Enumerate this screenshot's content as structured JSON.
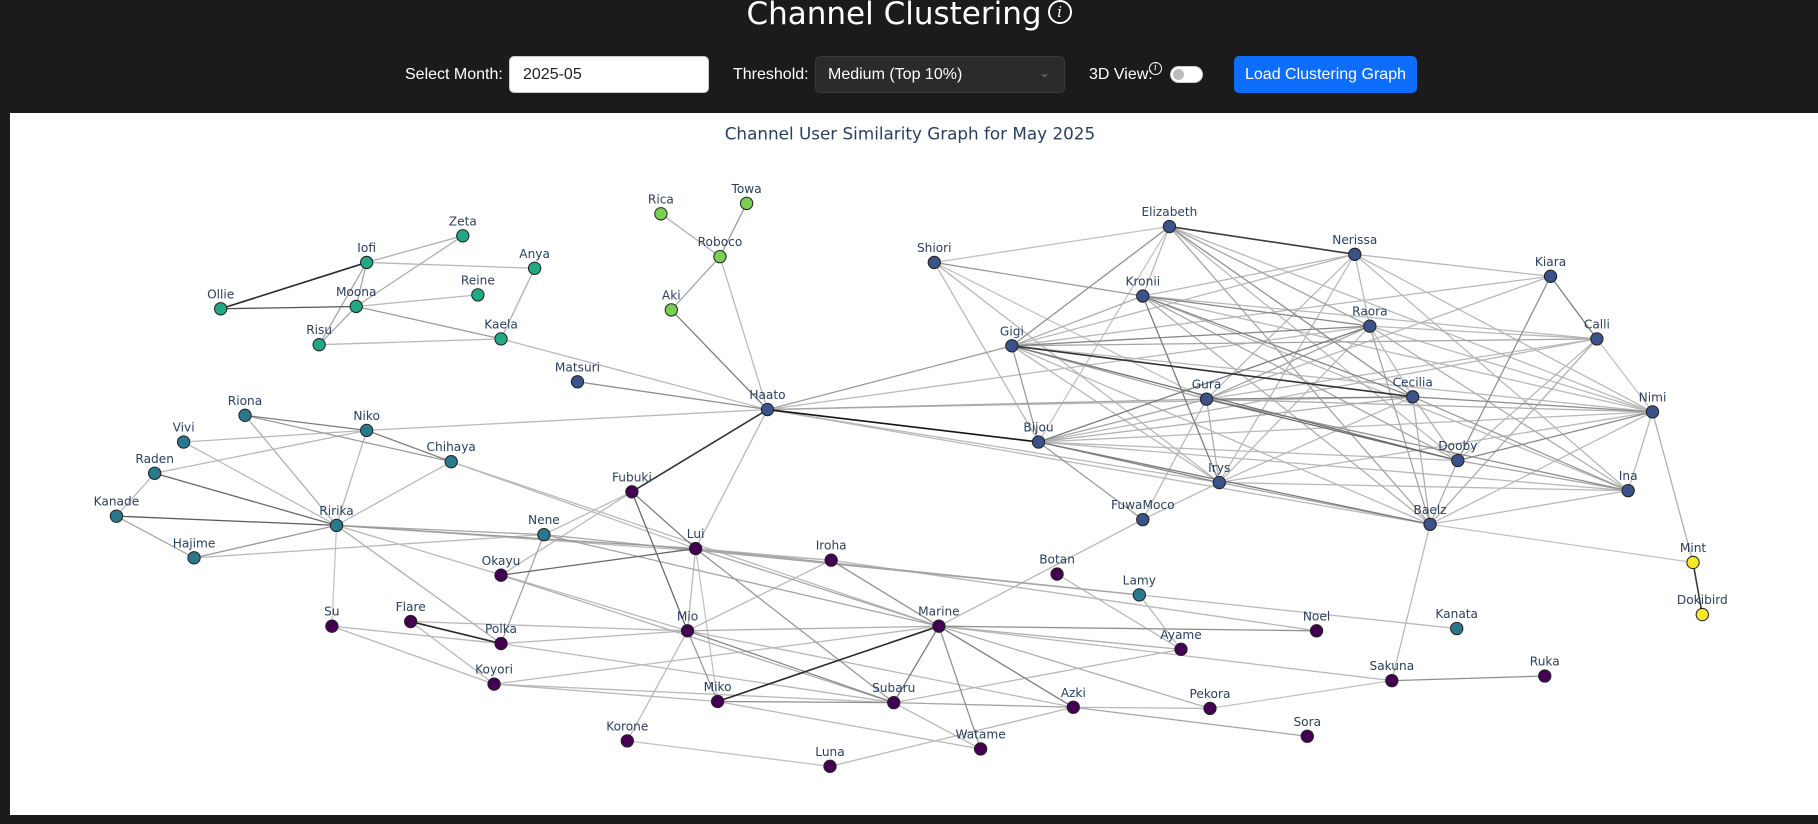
{
  "header": {
    "title": "Channel Clustering",
    "info_icon": "i"
  },
  "controls": {
    "month_label": "Select Month:",
    "month_value": "2025-05",
    "threshold_label": "Threshold:",
    "threshold_value": "Medium (Top 10%)",
    "view3d_label": "3D View:",
    "view3d_info": "i",
    "view3d_on": false,
    "load_button": "Load Clustering Graph"
  },
  "plot": {
    "title": "Channel User Similarity Graph for May 2025"
  },
  "cluster_colors": {
    "a": "#22a884",
    "b": "#7ad151",
    "c": "#3b528b",
    "d": "#2a788e",
    "e": "#440154",
    "f": "#fde725"
  },
  "nodes": [
    {
      "name": "Zeta",
      "c": "a"
    },
    {
      "name": "Iofi",
      "c": "a"
    },
    {
      "name": "Anya",
      "c": "a"
    },
    {
      "name": "Reine",
      "c": "a"
    },
    {
      "name": "Ollie",
      "c": "a"
    },
    {
      "name": "Moona",
      "c": "a"
    },
    {
      "name": "Risu",
      "c": "a"
    },
    {
      "name": "Kaela",
      "c": "a"
    },
    {
      "name": "Rica",
      "c": "b"
    },
    {
      "name": "Towa",
      "c": "b"
    },
    {
      "name": "Roboco",
      "c": "b"
    },
    {
      "name": "Aki",
      "c": "b"
    },
    {
      "name": "Matsuri",
      "c": "c"
    },
    {
      "name": "Shiori",
      "c": "c"
    },
    {
      "name": "Elizabeth",
      "c": "c"
    },
    {
      "name": "Nerissa",
      "c": "c"
    },
    {
      "name": "Kiara",
      "c": "c"
    },
    {
      "name": "Kronii",
      "c": "c"
    },
    {
      "name": "Raora",
      "c": "c"
    },
    {
      "name": "Calli",
      "c": "c"
    },
    {
      "name": "Gigi",
      "c": "c"
    },
    {
      "name": "Haato",
      "c": "c"
    },
    {
      "name": "Gura",
      "c": "c"
    },
    {
      "name": "Cecilia",
      "c": "c"
    },
    {
      "name": "Nimi",
      "c": "c"
    },
    {
      "name": "Bijou",
      "c": "c"
    },
    {
      "name": "Dooby",
      "c": "c"
    },
    {
      "name": "Irys",
      "c": "c"
    },
    {
      "name": "Ina",
      "c": "c"
    },
    {
      "name": "FuwaMoco",
      "c": "c"
    },
    {
      "name": "Baelz",
      "c": "c"
    },
    {
      "name": "Mint",
      "c": "f"
    },
    {
      "name": "Dokibird",
      "c": "f"
    },
    {
      "name": "Riona",
      "c": "d"
    },
    {
      "name": "Niko",
      "c": "d"
    },
    {
      "name": "Vivi",
      "c": "d"
    },
    {
      "name": "Chihaya",
      "c": "d"
    },
    {
      "name": "Raden",
      "c": "d"
    },
    {
      "name": "Kanade",
      "c": "d"
    },
    {
      "name": "Ririka",
      "c": "d"
    },
    {
      "name": "Hajime",
      "c": "d"
    },
    {
      "name": "Nene",
      "c": "d"
    },
    {
      "name": "Lamy",
      "c": "d"
    },
    {
      "name": "Kanata",
      "c": "d"
    },
    {
      "name": "Fubuki",
      "c": "e"
    },
    {
      "name": "Lui",
      "c": "e"
    },
    {
      "name": "Okayu",
      "c": "e"
    },
    {
      "name": "Iroha",
      "c": "e"
    },
    {
      "name": "Botan",
      "c": "e"
    },
    {
      "name": "Noel",
      "c": "e"
    },
    {
      "name": "Su",
      "c": "e"
    },
    {
      "name": "Flare",
      "c": "e"
    },
    {
      "name": "Polka",
      "c": "e"
    },
    {
      "name": "Mio",
      "c": "e"
    },
    {
      "name": "Marine",
      "c": "e"
    },
    {
      "name": "Ayame",
      "c": "e"
    },
    {
      "name": "Koyori",
      "c": "e"
    },
    {
      "name": "Sakuna",
      "c": "e"
    },
    {
      "name": "Ruka",
      "c": "e"
    },
    {
      "name": "Miko",
      "c": "e"
    },
    {
      "name": "Subaru",
      "c": "e"
    },
    {
      "name": "Azki",
      "c": "e"
    },
    {
      "name": "Pekora",
      "c": "e"
    },
    {
      "name": "Sora",
      "c": "e"
    },
    {
      "name": "Korone",
      "c": "e"
    },
    {
      "name": "Watame",
      "c": "e"
    },
    {
      "name": "Luna",
      "c": "e"
    }
  ],
  "edges": [
    [
      "Ollie",
      "Iofi",
      0.9
    ],
    [
      "Ollie",
      "Moona",
      0.7
    ],
    [
      "Iofi",
      "Zeta",
      0.25
    ],
    [
      "Iofi",
      "Anya",
      0.2
    ],
    [
      "Iofi",
      "Moona",
      0.3
    ],
    [
      "Iofi",
      "Risu",
      0.3
    ],
    [
      "Moona",
      "Zeta",
      0.25
    ],
    [
      "Moona",
      "Reine",
      0.2
    ],
    [
      "Moona",
      "Risu",
      0.3
    ],
    [
      "Moona",
      "Kaela",
      0.35
    ],
    [
      "Risu",
      "Kaela",
      0.2
    ],
    [
      "Anya",
      "Kaela",
      0.25
    ],
    [
      "Kaela",
      "Haato",
      0.2
    ],
    [
      "Rica",
      "Roboco",
      0.25
    ],
    [
      "Towa",
      "Roboco",
      0.35
    ],
    [
      "Roboco",
      "Aki",
      0.3
    ],
    [
      "Roboco",
      "Haato",
      0.2
    ],
    [
      "Aki",
      "Haato",
      0.5
    ],
    [
      "Matsuri",
      "Haato",
      0.4
    ],
    [
      "Haato",
      "Niko",
      0.2
    ],
    [
      "Haato",
      "Gigi",
      0.35
    ],
    [
      "Haato",
      "Bijou",
      1.0
    ],
    [
      "Haato",
      "Fubuki",
      0.85
    ],
    [
      "Haato",
      "Lui",
      0.2
    ],
    [
      "Haato",
      "Gura",
      0.3
    ],
    [
      "Haato",
      "Cecilia",
      0.2
    ],
    [
      "Haato",
      "Raora",
      0.2
    ],
    [
      "Haato",
      "Irys",
      0.2
    ],
    [
      "Haato",
      "Baelz",
      0.2
    ],
    [
      "Riona",
      "Niko",
      0.5
    ],
    [
      "Riona",
      "Chihaya",
      0.35
    ],
    [
      "Riona",
      "Ririka",
      0.25
    ],
    [
      "Niko",
      "Chihaya",
      0.5
    ],
    [
      "Niko",
      "Vivi",
      0.2
    ],
    [
      "Niko",
      "Raden",
      0.2
    ],
    [
      "Niko",
      "Ririka",
      0.2
    ],
    [
      "Vivi",
      "Ririka",
      0.2
    ],
    [
      "Raden",
      "Ririka",
      0.6
    ],
    [
      "Raden",
      "Kanade",
      0.2
    ],
    [
      "Kanade",
      "Ririka",
      0.65
    ],
    [
      "Kanade",
      "Hajime",
      0.3
    ],
    [
      "Hajime",
      "Ririka",
      0.35
    ],
    [
      "Hajime",
      "Nene",
      0.2
    ],
    [
      "Chihaya",
      "Ririka",
      0.2
    ],
    [
      "Chihaya",
      "Lui",
      0.2
    ],
    [
      "Chihaya",
      "Marine",
      0.2
    ],
    [
      "Ririka",
      "Lui",
      0.35
    ],
    [
      "Ririka",
      "Nene",
      0.3
    ],
    [
      "Ririka",
      "Su",
      0.15
    ],
    [
      "Ririka",
      "Polka",
      0.25
    ],
    [
      "Ririka",
      "Iroha",
      0.2
    ],
    [
      "Ririka",
      "Mio",
      0.2
    ],
    [
      "Nene",
      "Lamy",
      0.3
    ],
    [
      "Nene",
      "Polka",
      0.3
    ],
    [
      "Nene",
      "Marine",
      0.3
    ],
    [
      "Fubuki",
      "Nene",
      0.2
    ],
    [
      "Fubuki",
      "Okayu",
      0.2
    ],
    [
      "Fubuki",
      "Lui",
      0.5
    ],
    [
      "Fubuki",
      "Mio",
      0.6
    ],
    [
      "Okayu",
      "Lui",
      0.6
    ],
    [
      "Okayu",
      "Subaru",
      0.25
    ],
    [
      "Lui",
      "Mio",
      0.2
    ],
    [
      "Lui",
      "Miko",
      0.15
    ],
    [
      "Lui",
      "Subaru",
      0.35
    ],
    [
      "Lui",
      "Marine",
      0.3
    ],
    [
      "Lui",
      "Iroha",
      0.2
    ],
    [
      "Lui",
      "Lamy",
      0.3
    ],
    [
      "Iroha",
      "Marine",
      0.4
    ],
    [
      "Iroha",
      "Mio",
      0.2
    ],
    [
      "Iroha",
      "Noel",
      0.2
    ],
    [
      "Botan",
      "Ayame",
      0.2
    ],
    [
      "Lamy",
      "Kanata",
      0.2
    ],
    [
      "Lamy",
      "Ayame",
      0.2
    ],
    [
      "Su",
      "Polka",
      0.2
    ],
    [
      "Su",
      "Koyori",
      0.2
    ],
    [
      "Flare",
      "Polka",
      0.9
    ],
    [
      "Flare",
      "Mio",
      0.2
    ],
    [
      "Flare",
      "Koyori",
      0.2
    ],
    [
      "Polka",
      "Mio",
      0.2
    ],
    [
      "Polka",
      "Subaru",
      0.2
    ],
    [
      "Mio",
      "Marine",
      0.25
    ],
    [
      "Mio",
      "Miko",
      0.35
    ],
    [
      "Mio",
      "Subaru",
      0.45
    ],
    [
      "Mio",
      "Korone",
      0.2
    ],
    [
      "Mio",
      "Azki",
      0.2
    ],
    [
      "Marine",
      "Miko",
      0.9
    ],
    [
      "Marine",
      "Subaru",
      0.5
    ],
    [
      "Marine",
      "Azki",
      0.5
    ],
    [
      "Marine",
      "Watame",
      0.4
    ],
    [
      "Marine",
      "Noel",
      0.4
    ],
    [
      "Marine",
      "Ayame",
      0.25
    ],
    [
      "Marine",
      "Sakuna",
      0.2
    ],
    [
      "Marine",
      "Pekora",
      0.25
    ],
    [
      "Marine",
      "Koyori",
      0.2
    ],
    [
      "Marine",
      "FuwaMoco",
      0.2
    ],
    [
      "Koyori",
      "Miko",
      0.2
    ],
    [
      "Koyori",
      "Subaru",
      0.2
    ],
    [
      "Miko",
      "Subaru",
      0.4
    ],
    [
      "Miko",
      "Watame",
      0.2
    ],
    [
      "Subaru",
      "Azki",
      0.3
    ],
    [
      "Subaru",
      "Watame",
      0.2
    ],
    [
      "Subaru",
      "Ayame",
      0.2
    ],
    [
      "Azki",
      "Pekora",
      0.2
    ],
    [
      "Azki",
      "Sora",
      0.3
    ],
    [
      "Azki",
      "Luna",
      0.2
    ],
    [
      "Luna",
      "Korone",
      0.15
    ],
    [
      "Pekora",
      "Sakuna",
      0.15
    ],
    [
      "Sakuna",
      "Ruka",
      0.4
    ],
    [
      "Sakuna",
      "Baelz",
      0.2
    ],
    [
      "Nimi",
      "Mint",
      0.25
    ],
    [
      "Mint",
      "Dokibird",
      0.8
    ],
    [
      "Elizabeth",
      "Nerissa",
      0.8
    ],
    [
      "Elizabeth",
      "Gigi",
      0.4
    ],
    [
      "Elizabeth",
      "Kronii",
      0.2
    ],
    [
      "Elizabeth",
      "Shiori",
      0.15
    ],
    [
      "Elizabeth",
      "Cecilia",
      0.4
    ],
    [
      "Elizabeth",
      "Baelz",
      0.3
    ],
    [
      "Elizabeth",
      "Raora",
      0.3
    ],
    [
      "Elizabeth",
      "Bijou",
      0.15
    ],
    [
      "Elizabeth",
      "Dooby",
      0.2
    ],
    [
      "Elizabeth",
      "Nimi",
      0.2
    ],
    [
      "Nerissa",
      "Kiara",
      0.2
    ],
    [
      "Nerissa",
      "Raora",
      0.2
    ],
    [
      "Nerissa",
      "Gigi",
      0.2
    ],
    [
      "Nerissa",
      "Kronii",
      0.2
    ],
    [
      "Nerissa",
      "Ina",
      0.2
    ],
    [
      "Nerissa",
      "Nimi",
      0.2
    ],
    [
      "Nerissa",
      "Gura",
      0.2
    ],
    [
      "Nerissa",
      "Irys",
      0.2
    ],
    [
      "Shiori",
      "Kronii",
      0.35
    ],
    [
      "Shiori",
      "Bijou",
      0.2
    ],
    [
      "Shiori",
      "Irys",
      0.2
    ],
    [
      "Shiori",
      "Gura",
      0.15
    ],
    [
      "Kronii",
      "Raora",
      0.45
    ],
    [
      "Kronii",
      "Gigi",
      0.25
    ],
    [
      "Kronii",
      "Irys",
      0.5
    ],
    [
      "Kronii",
      "Cecilia",
      0.45
    ],
    [
      "Kronii",
      "Dooby",
      0.3
    ],
    [
      "Kronii",
      "Baelz",
      0.25
    ],
    [
      "Kronii",
      "Calli",
      0.2
    ],
    [
      "Kronii",
      "Nimi",
      0.2
    ],
    [
      "Kronii",
      "Ina",
      0.2
    ],
    [
      "Kiara",
      "Calli",
      0.5
    ],
    [
      "Kiara",
      "Dooby",
      0.4
    ],
    [
      "Kiara",
      "Gigi",
      0.2
    ],
    [
      "Kiara",
      "Gura",
      0.2
    ],
    [
      "Raora",
      "Gigi",
      0.45
    ],
    [
      "Raora",
      "Bijou",
      0.5
    ],
    [
      "Raora",
      "Gura",
      0.3
    ],
    [
      "Raora",
      "Cecilia",
      0.2
    ],
    [
      "Raora",
      "Baelz",
      0.3
    ],
    [
      "Raora",
      "Calli",
      0.2
    ],
    [
      "Raora",
      "Nimi",
      0.2
    ],
    [
      "Raora",
      "Ina",
      0.25
    ],
    [
      "Raora",
      "Irys",
      0.2
    ],
    [
      "Gigi",
      "Calli",
      0.3
    ],
    [
      "Gigi",
      "Cecilia",
      0.85
    ],
    [
      "Gigi",
      "Gura",
      0.3
    ],
    [
      "Gigi",
      "Bijou",
      0.35
    ],
    [
      "Gigi",
      "Dooby",
      0.55
    ],
    [
      "Gigi",
      "Irys",
      0.2
    ],
    [
      "Gigi",
      "Baelz",
      0.2
    ],
    [
      "Gigi",
      "Nimi",
      0.2
    ],
    [
      "Gura",
      "Cecilia",
      0.45
    ],
    [
      "Gura",
      "Dooby",
      0.6
    ],
    [
      "Gura",
      "Bijou",
      0.3
    ],
    [
      "Gura",
      "Irys",
      0.25
    ],
    [
      "Gura",
      "Nimi",
      0.25
    ],
    [
      "Gura",
      "Ina",
      0.4
    ],
    [
      "Gura",
      "FuwaMoco",
      0.2
    ],
    [
      "Gura",
      "Calli",
      0.2
    ],
    [
      "Cecilia",
      "Nimi",
      0.4
    ],
    [
      "Cecilia",
      "Dooby",
      0.25
    ],
    [
      "Cecilia",
      "Baelz",
      0.25
    ],
    [
      "Cecilia",
      "Ina",
      0.35
    ],
    [
      "Cecilia",
      "Bijou",
      0.25
    ],
    [
      "Cecilia",
      "Irys",
      0.2
    ],
    [
      "Calli",
      "Bijou",
      0.2
    ],
    [
      "Calli",
      "Baelz",
      0.25
    ],
    [
      "Calli",
      "Dooby",
      0.2
    ],
    [
      "Calli",
      "Nimi",
      0.15
    ],
    [
      "Nimi",
      "Dooby",
      0.45
    ],
    [
      "Nimi",
      "Ina",
      0.2
    ],
    [
      "Nimi",
      "Baelz",
      0.2
    ],
    [
      "Nimi",
      "Bijou",
      0.2
    ],
    [
      "Bijou",
      "Irys",
      0.45
    ],
    [
      "Bijou",
      "Baelz",
      0.5
    ],
    [
      "Bijou",
      "FuwaMoco",
      0.35
    ],
    [
      "Bijou",
      "Ina",
      0.2
    ],
    [
      "Bijou",
      "Dooby",
      0.2
    ],
    [
      "Irys",
      "Baelz",
      0.3
    ],
    [
      "Irys",
      "FuwaMoco",
      0.2
    ],
    [
      "Irys",
      "Ina",
      0.2
    ],
    [
      "Irys",
      "Nimi",
      0.2
    ],
    [
      "Dooby",
      "Baelz",
      0.25
    ],
    [
      "Dooby",
      "Ina",
      0.3
    ],
    [
      "Baelz",
      "Ina",
      0.2
    ],
    [
      "Baelz",
      "Mint",
      0.15
    ]
  ]
}
